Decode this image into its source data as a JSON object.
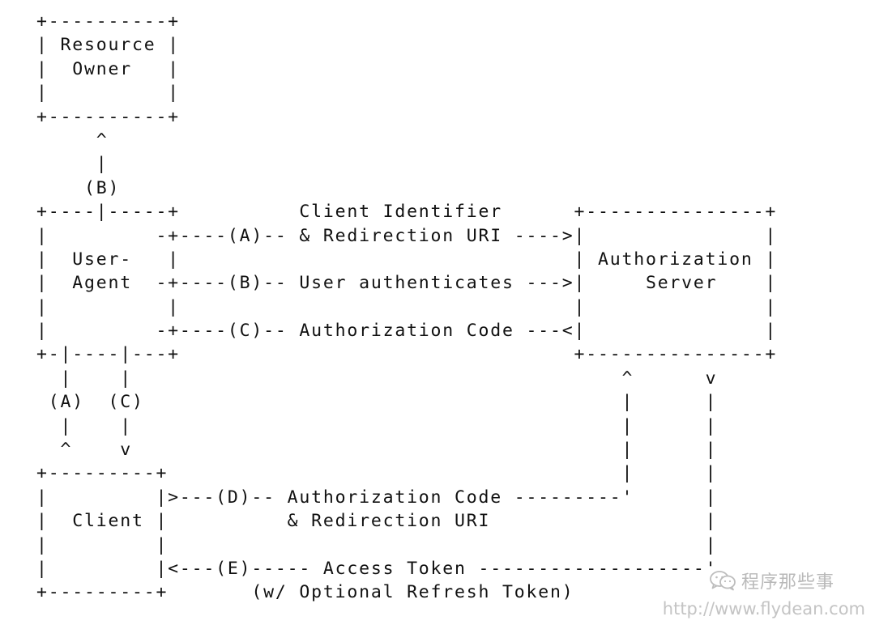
{
  "diagram": {
    "lines": [
      "+----------+",
      "| Resource |",
      "|  Owner   |",
      "|          |",
      "+----------+",
      "     ^",
      "     |",
      "    (B)",
      "+----|-----+          Client Identifier      +---------------+",
      "|         -+----(A)-- & Redirection URI ---->|               |",
      "|  User-   |                                 | Authorization |",
      "|  Agent  -+----(B)-- User authenticates --->|     Server    |",
      "|          |                                 |               |",
      "|         -+----(C)-- Authorization Code ---<|               |",
      "+-|----|---+                                 +---------------+",
      "  |    |                                         ^      v",
      " (A)  (C)                                        |      |",
      "  |    |                                         |      |",
      "  ^    v                                         |      |",
      "+---------+                                      |      |",
      "|         |>---(D)-- Authorization Code ---------'      |",
      "|  Client |          & Redirection URI                  |",
      "|         |                                             |",
      "|         |<---(E)----- Access Token -------------------'",
      "+---------+       (w/ Optional Refresh Token)"
    ]
  },
  "watermark": {
    "logo_icon": "wechat-icon",
    "name": "程序那些事",
    "url": "http://www.flydean.com"
  }
}
